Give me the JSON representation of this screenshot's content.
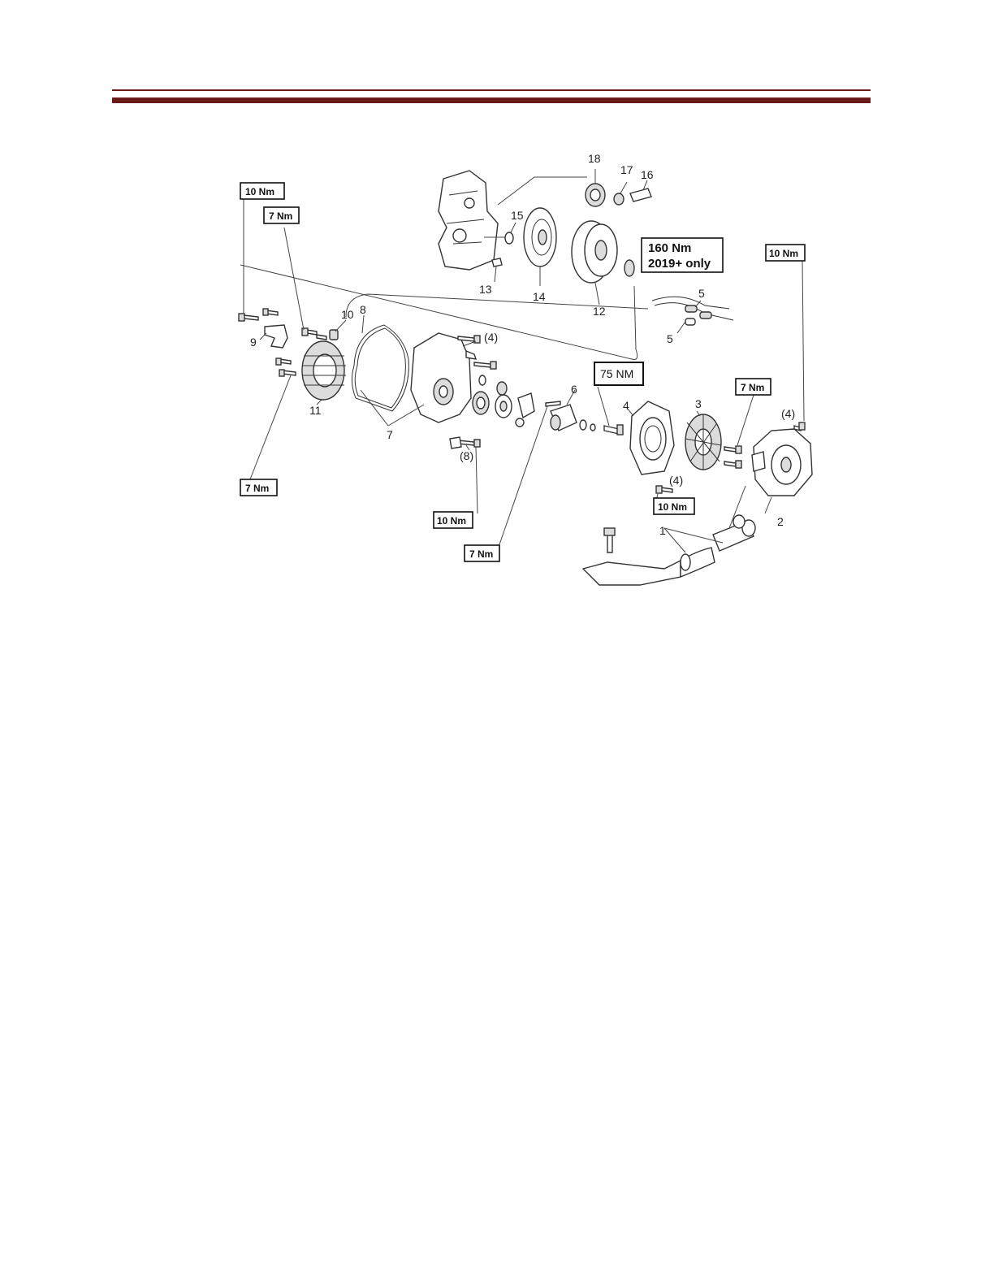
{
  "torque_labels": {
    "t1": "10 Nm",
    "t2": "7 Nm",
    "t3": "160 Nm",
    "t3b": "2019+ only",
    "t4": "10 Nm",
    "t5": "75 NM",
    "t6": "7 Nm",
    "t7": "7 Nm",
    "t8": "10 Nm",
    "t9": "10 Nm",
    "t10": "7 Nm"
  },
  "part_numbers": {
    "p1": "1",
    "p2": "2",
    "p3": "3",
    "p4": "4",
    "p5a": "5",
    "p5b": "5",
    "p6": "6",
    "p7": "7",
    "p8": "8",
    "p9": "9",
    "p10": "10",
    "p11": "11",
    "p12": "12",
    "p13": "13",
    "p14": "14",
    "p15": "15",
    "p16": "16",
    "p17": "17",
    "p18": "18"
  },
  "quantities": {
    "q1": "(4)",
    "q2": "(8)",
    "q3": "(4)",
    "q4": "(4)"
  }
}
